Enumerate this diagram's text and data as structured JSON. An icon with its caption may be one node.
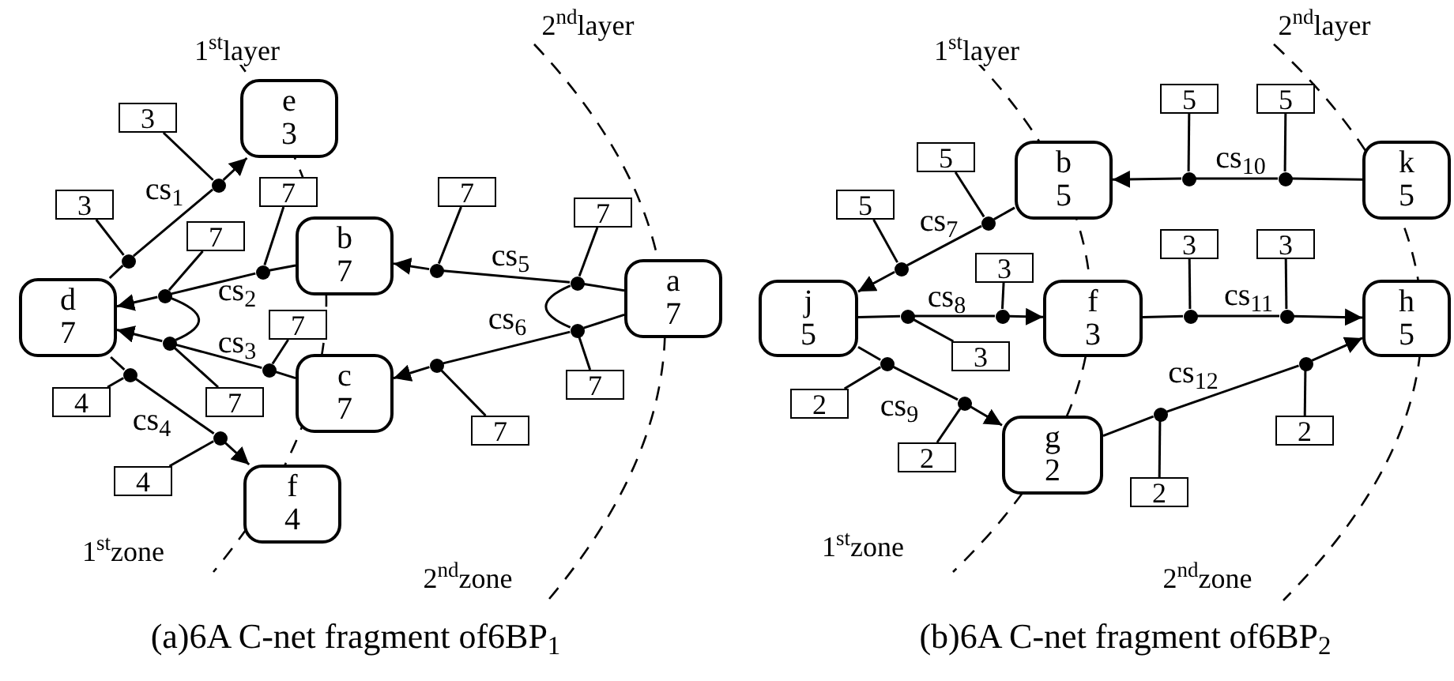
{
  "diagram": {
    "nodes": [
      {
        "text": [
          "e",
          "3"
        ]
      },
      {
        "text": [
          "b",
          "7"
        ]
      },
      {
        "text": [
          "d",
          "7"
        ]
      },
      {
        "text": [
          "c",
          "7"
        ]
      },
      {
        "text": [
          "a",
          "7"
        ]
      },
      {
        "text": [
          "f",
          "4"
        ]
      },
      {
        "text": [],
        "shape": "circle"
      },
      {
        "text": [],
        "shape": "circle"
      },
      {
        "text": [],
        "shape": "circle"
      },
      {
        "text": [],
        "shape": "circle"
      },
      {
        "text": [],
        "shape": "circle"
      },
      {
        "text": [],
        "shape": "circle"
      },
      {
        "text": [],
        "shape": "circle"
      },
      {
        "text": [],
        "shape": "circle"
      },
      {
        "text": [],
        "shape": "circle"
      },
      {
        "text": [],
        "shape": "circle"
      },
      {
        "text": [],
        "shape": "circle"
      },
      {
        "text": [],
        "shape": "circle"
      },
      {
        "text": [
          "3"
        ]
      },
      {
        "text": [
          "3"
        ]
      },
      {
        "text": [
          "7"
        ]
      },
      {
        "text": [
          "7"
        ]
      },
      {
        "text": [
          "7"
        ]
      },
      {
        "text": [
          "7"
        ]
      },
      {
        "text": [
          "7"
        ]
      },
      {
        "text": [
          "7"
        ]
      },
      {
        "text": [
          "7"
        ]
      },
      {
        "text": [
          "7"
        ]
      },
      {
        "text": [
          "4"
        ]
      },
      {
        "text": [
          "4"
        ]
      },
      {
        "text": [
          "b",
          "5"
        ]
      },
      {
        "text": [
          "k",
          "5"
        ]
      },
      {
        "text": [
          "j",
          "5"
        ]
      },
      {
        "text": [
          "f",
          "3"
        ]
      },
      {
        "text": [
          "h",
          "5"
        ]
      },
      {
        "text": [
          "g",
          "2"
        ]
      },
      {
        "text": [],
        "shape": "circle"
      },
      {
        "text": [],
        "shape": "circle"
      },
      {
        "text": [],
        "shape": "circle"
      },
      {
        "text": [],
        "shape": "circle"
      },
      {
        "text": [],
        "shape": "circle"
      },
      {
        "text": [],
        "shape": "circle"
      },
      {
        "text": [],
        "shape": "circle"
      },
      {
        "text": [],
        "shape": "circle"
      },
      {
        "text": [],
        "shape": "circle"
      },
      {
        "text": [],
        "shape": "circle"
      },
      {
        "text": [],
        "shape": "circle"
      },
      {
        "text": [],
        "shape": "circle"
      },
      {
        "text": [
          "5"
        ]
      },
      {
        "text": [
          "5"
        ]
      },
      {
        "text": [
          "5"
        ]
      },
      {
        "text": [
          "5"
        ]
      },
      {
        "text": [
          "3"
        ]
      },
      {
        "text": [
          "3"
        ]
      },
      {
        "text": [
          "3"
        ]
      },
      {
        "text": [
          "3"
        ]
      },
      {
        "text": [
          "2"
        ]
      },
      {
        "text": [
          "2"
        ]
      },
      {
        "text": [
          "2"
        ]
      },
      {
        "text": [
          "2"
        ]
      }
    ],
    "edges": [
      {
        "from": 2,
        "to": 6,
        "arrow": "none"
      },
      {
        "from": 6,
        "to": 7,
        "arrow": "none",
        "label": "cs$_{1}$"
      },
      {
        "from": 7,
        "to": 0,
        "arrow": "to"
      },
      {
        "from": 1,
        "to": 8,
        "arrow": "none"
      },
      {
        "from": 8,
        "to": 9,
        "arrow": "none",
        "label": "cs$_{2}$"
      },
      {
        "from": 9,
        "to": 2,
        "arrow": "to"
      },
      {
        "from": 4,
        "to": 10,
        "arrow": "none"
      },
      {
        "from": 10,
        "to": 11,
        "arrow": "none",
        "label": "cs$_{5}$"
      },
      {
        "from": 11,
        "to": 1,
        "arrow": "to"
      },
      {
        "from": 4,
        "to": 12,
        "arrow": "none"
      },
      {
        "from": 12,
        "to": 13,
        "arrow": "none",
        "label": "cs$_{6}$"
      },
      {
        "from": 13,
        "to": 3,
        "arrow": "to"
      },
      {
        "from": 3,
        "to": 14,
        "arrow": "none"
      },
      {
        "from": 14,
        "to": 15,
        "arrow": "none",
        "label": "cs$_{3}$"
      },
      {
        "from": 15,
        "to": 2,
        "arrow": "to"
      },
      {
        "from": 2,
        "to": 16,
        "arrow": "none"
      },
      {
        "from": 16,
        "to": 17,
        "arrow": "none",
        "label": "cs$_{4}$"
      },
      {
        "from": 17,
        "to": 5,
        "arrow": "to"
      },
      {
        "from": 10,
        "to": 12,
        "arrow": "none"
      },
      {
        "from": 9,
        "to": 15,
        "arrow": "none"
      },
      {
        "from": 18,
        "to": 7,
        "arrow": "none"
      },
      {
        "from": 19,
        "to": 6,
        "arrow": "none"
      },
      {
        "from": 20,
        "to": 8,
        "arrow": "none"
      },
      {
        "from": 21,
        "to": 9,
        "arrow": "none"
      },
      {
        "from": 22,
        "to": 10,
        "arrow": "none"
      },
      {
        "from": 23,
        "to": 11,
        "arrow": "none"
      },
      {
        "from": 24,
        "to": 12,
        "arrow": "none"
      },
      {
        "from": 25,
        "to": 13,
        "arrow": "none"
      },
      {
        "from": 26,
        "to": 14,
        "arrow": "none"
      },
      {
        "from": 27,
        "to": 15,
        "arrow": "none"
      },
      {
        "from": 28,
        "to": 16,
        "arrow": "none"
      },
      {
        "from": 29,
        "to": 17,
        "arrow": "none"
      },
      {
        "from": 31,
        "to": 36,
        "arrow": "none"
      },
      {
        "from": 36,
        "to": 37,
        "arrow": "none",
        "label": "cs$_{10}$"
      },
      {
        "from": 37,
        "to": 30,
        "arrow": "to"
      },
      {
        "from": 30,
        "to": 38,
        "arrow": "none"
      },
      {
        "from": 38,
        "to": 39,
        "arrow": "none",
        "label": "cs$_{7}$"
      },
      {
        "from": 39,
        "to": 32,
        "arrow": "to"
      },
      {
        "from": 32,
        "to": 40,
        "arrow": "none"
      },
      {
        "from": 40,
        "to": 41,
        "arrow": "none",
        "label": "cs$_{8}$"
      },
      {
        "from": 41,
        "to": 33,
        "arrow": "to"
      },
      {
        "from": 33,
        "to": 42,
        "arrow": "none"
      },
      {
        "from": 42,
        "to": 43,
        "arrow": "none",
        "label": "cs$_{11}$"
      },
      {
        "from": 43,
        "to": 34,
        "arrow": "to"
      },
      {
        "from": 32,
        "to": 44,
        "arrow": "none"
      },
      {
        "from": 44,
        "to": 45,
        "arrow": "none",
        "label": "cs$_{9}$"
      },
      {
        "from": 45,
        "to": 35,
        "arrow": "to"
      },
      {
        "from": 35,
        "to": 46,
        "arrow": "none"
      },
      {
        "from": 46,
        "to": 47,
        "arrow": "none",
        "label": "cs$_{12}$"
      },
      {
        "from": 47,
        "to": 34,
        "arrow": "to"
      },
      {
        "from": 48,
        "to": 37,
        "arrow": "none"
      },
      {
        "from": 49,
        "to": 36,
        "arrow": "none"
      },
      {
        "from": 50,
        "to": 38,
        "arrow": "none"
      },
      {
        "from": 51,
        "to": 39,
        "arrow": "none"
      },
      {
        "from": 52,
        "to": 41,
        "arrow": "none"
      },
      {
        "from": 53,
        "to": 40,
        "arrow": "none"
      },
      {
        "from": 54,
        "to": 42,
        "arrow": "none"
      },
      {
        "from": 55,
        "to": 43,
        "arrow": "none"
      },
      {
        "from": 56,
        "to": 44,
        "arrow": "none"
      },
      {
        "from": 57,
        "to": 45,
        "arrow": "none"
      },
      {
        "from": 58,
        "to": 46,
        "arrow": "none"
      },
      {
        "from": 59,
        "to": 47,
        "arrow": "none"
      }
    ],
    "labels": [
      "1$^{st}$layer",
      "2$^{nd}$layer",
      "1$^{st}$zone",
      "2$^{nd}$zone",
      "(a)6A C-net fragment of6BP$_{1}$",
      "1$^{st}$layer",
      "2$^{nd}$layer",
      "1$^{st}$zone",
      "2$^{nd}$zone",
      "(b)6A C-net fragment of6BP$_{2}$"
    ]
  }
}
